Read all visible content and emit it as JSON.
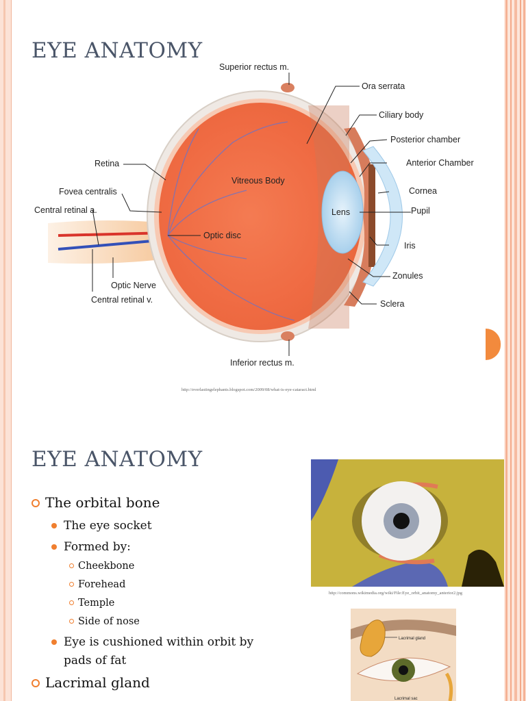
{
  "slide1": {
    "title": "EYE ANATOMY",
    "labels": {
      "superior_rectus": "Superior rectus m.",
      "ora_serrata": "Ora serrata",
      "ciliary_body": "Ciliary body",
      "posterior_chamber": "Posterior chamber",
      "anterior_chamber": "Anterior Chamber",
      "cornea": "Cornea",
      "pupil": "Pupil",
      "iris": "Iris",
      "zonules": "Zonules",
      "sclera": "Sclera",
      "inferior_rectus": "Inferior rectus m.",
      "retina": "Retina",
      "fovea_centralis": "Fovea centralis",
      "central_retinal_a": "Central retinal a.",
      "optic_nerve": "Optic Nerve",
      "central_retinal_v": "Central retinal v.",
      "vitreous_body": "Vitreous Body",
      "optic_disc": "Optic disc",
      "lens": "Lens"
    },
    "source_url": "http://everlastingelephants.blogspot.com/2009/08/what-is-eye-cataract.html"
  },
  "slide2": {
    "title": "EYE ANATOMY",
    "bullets": {
      "orbital_bone": "The orbital bone",
      "eye_socket": "The eye socket",
      "formed_by": "Formed by:",
      "cheekbone": "Cheekbone",
      "forehead": "Forehead",
      "temple": "Temple",
      "side_of_nose": "Side of nose",
      "cushioned_line1": "Eye is cushioned within orbit by",
      "cushioned_line2": "pads of fat",
      "lacrimal_gland": "Lacrimal gland"
    },
    "orbit_image_url": "http://commons.wikimedia.org/wiki/File:Eye_orbit_anatomy_anterior2.jpg",
    "lacrimal_labels": {
      "gland": "Lacrimal gland",
      "sac": "Lacrimal sac"
    }
  },
  "colors": {
    "accent": "#f07f2f",
    "title": "#4a5568"
  }
}
